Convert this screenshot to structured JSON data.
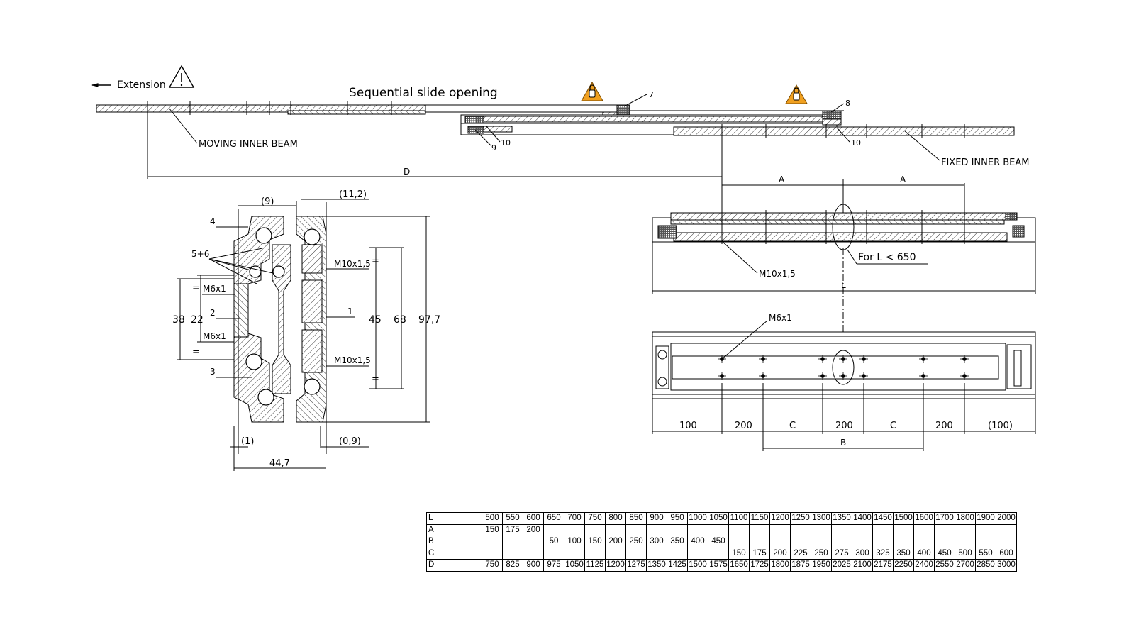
{
  "title": "Sequential slide opening",
  "extension_label": "Extension",
  "labels": {
    "moving_inner_beam": "MOVING INNER BEAM",
    "fixed_inner_beam": "FIXED INNER BEAM",
    "for_l": "For L < 650",
    "m10_1": "M10x1,5",
    "m10_2": "M10x1,5",
    "m10_3": "M10x1,5",
    "m6_1": "M6x1",
    "m6_2": "M6x1",
    "m6_3": "M6x1"
  },
  "callouts": {
    "c7": "7",
    "c8": "8",
    "c9": "9",
    "c10a": "10",
    "c10b": "10",
    "c1": "1",
    "c2": "2",
    "c3": "3",
    "c4": "4",
    "c56": "5+6"
  },
  "dims": {
    "D": "D",
    "A1": "A",
    "A2": "A",
    "L": "L",
    "B": "B",
    "bottom": [
      "100",
      "200",
      "C",
      "200",
      "C",
      "200",
      "(100)"
    ],
    "p9": "(9)",
    "p112": "(11,2)",
    "p1": "(1)",
    "p09": "(0,9)",
    "w447": "44,7",
    "d38": "38",
    "d22": "22",
    "d45": "45",
    "d68": "68",
    "d977": "97,7",
    "eq": "="
  },
  "colors": {
    "warning": "#f0a020",
    "ink": "#000000"
  },
  "icons": [
    "warning-triangle-icon",
    "lock-warning-icon",
    "arrow-left-icon"
  ],
  "table": {
    "rows": [
      {
        "label": "L",
        "values": [
          "500",
          "550",
          "600",
          "650",
          "700",
          "750",
          "800",
          "850",
          "900",
          "950",
          "1000",
          "1050",
          "1100",
          "1150",
          "1200",
          "1250",
          "1300",
          "1350",
          "1400",
          "1450",
          "1500",
          "1600",
          "1700",
          "1800",
          "1900",
          "2000"
        ]
      },
      {
        "label": "A",
        "values": [
          "150",
          "175",
          "200",
          "",
          "",
          "",
          "",
          "",
          "",
          "",
          "",
          "",
          "",
          "",
          "",
          "",
          "",
          "",
          "",
          "",
          "",
          "",
          "",
          "",
          "",
          ""
        ]
      },
      {
        "label": "B",
        "values": [
          "",
          "",
          "",
          "50",
          "100",
          "150",
          "200",
          "250",
          "300",
          "350",
          "400",
          "450",
          "",
          "",
          "",
          "",
          "",
          "",
          "",
          "",
          "",
          "",
          "",
          "",
          "",
          ""
        ]
      },
      {
        "label": "C",
        "values": [
          "",
          "",
          "",
          "",
          "",
          "",
          "",
          "",
          "",
          "",
          "",
          "",
          "150",
          "175",
          "200",
          "225",
          "250",
          "275",
          "300",
          "325",
          "350",
          "400",
          "450",
          "500",
          "550",
          "600"
        ]
      },
      {
        "label": "D",
        "values": [
          "750",
          "825",
          "900",
          "975",
          "1050",
          "1125",
          "1200",
          "1275",
          "1350",
          "1425",
          "1500",
          "1575",
          "1650",
          "1725",
          "1800",
          "1875",
          "1950",
          "2025",
          "2100",
          "2175",
          "2250",
          "2400",
          "2550",
          "2700",
          "2850",
          "3000"
        ]
      }
    ]
  }
}
